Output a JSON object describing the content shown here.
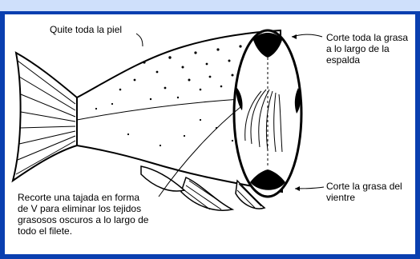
{
  "labels": {
    "skin": "Quite toda la piel",
    "back_fat": "Corte toda la grasa\na lo largo de la\nespalda",
    "belly_fat": "Corte la grasa del\nvientre",
    "v_cut": "Recorte una tajada en forma\nde V para eliminar los tejidos\ngrasosos oscuros a lo largo de\ntodo el filete."
  },
  "colors": {
    "border": "#0a3fb0",
    "top_strip": "#cfe0fb",
    "panel": "#ffffff",
    "ink": "#000000"
  }
}
